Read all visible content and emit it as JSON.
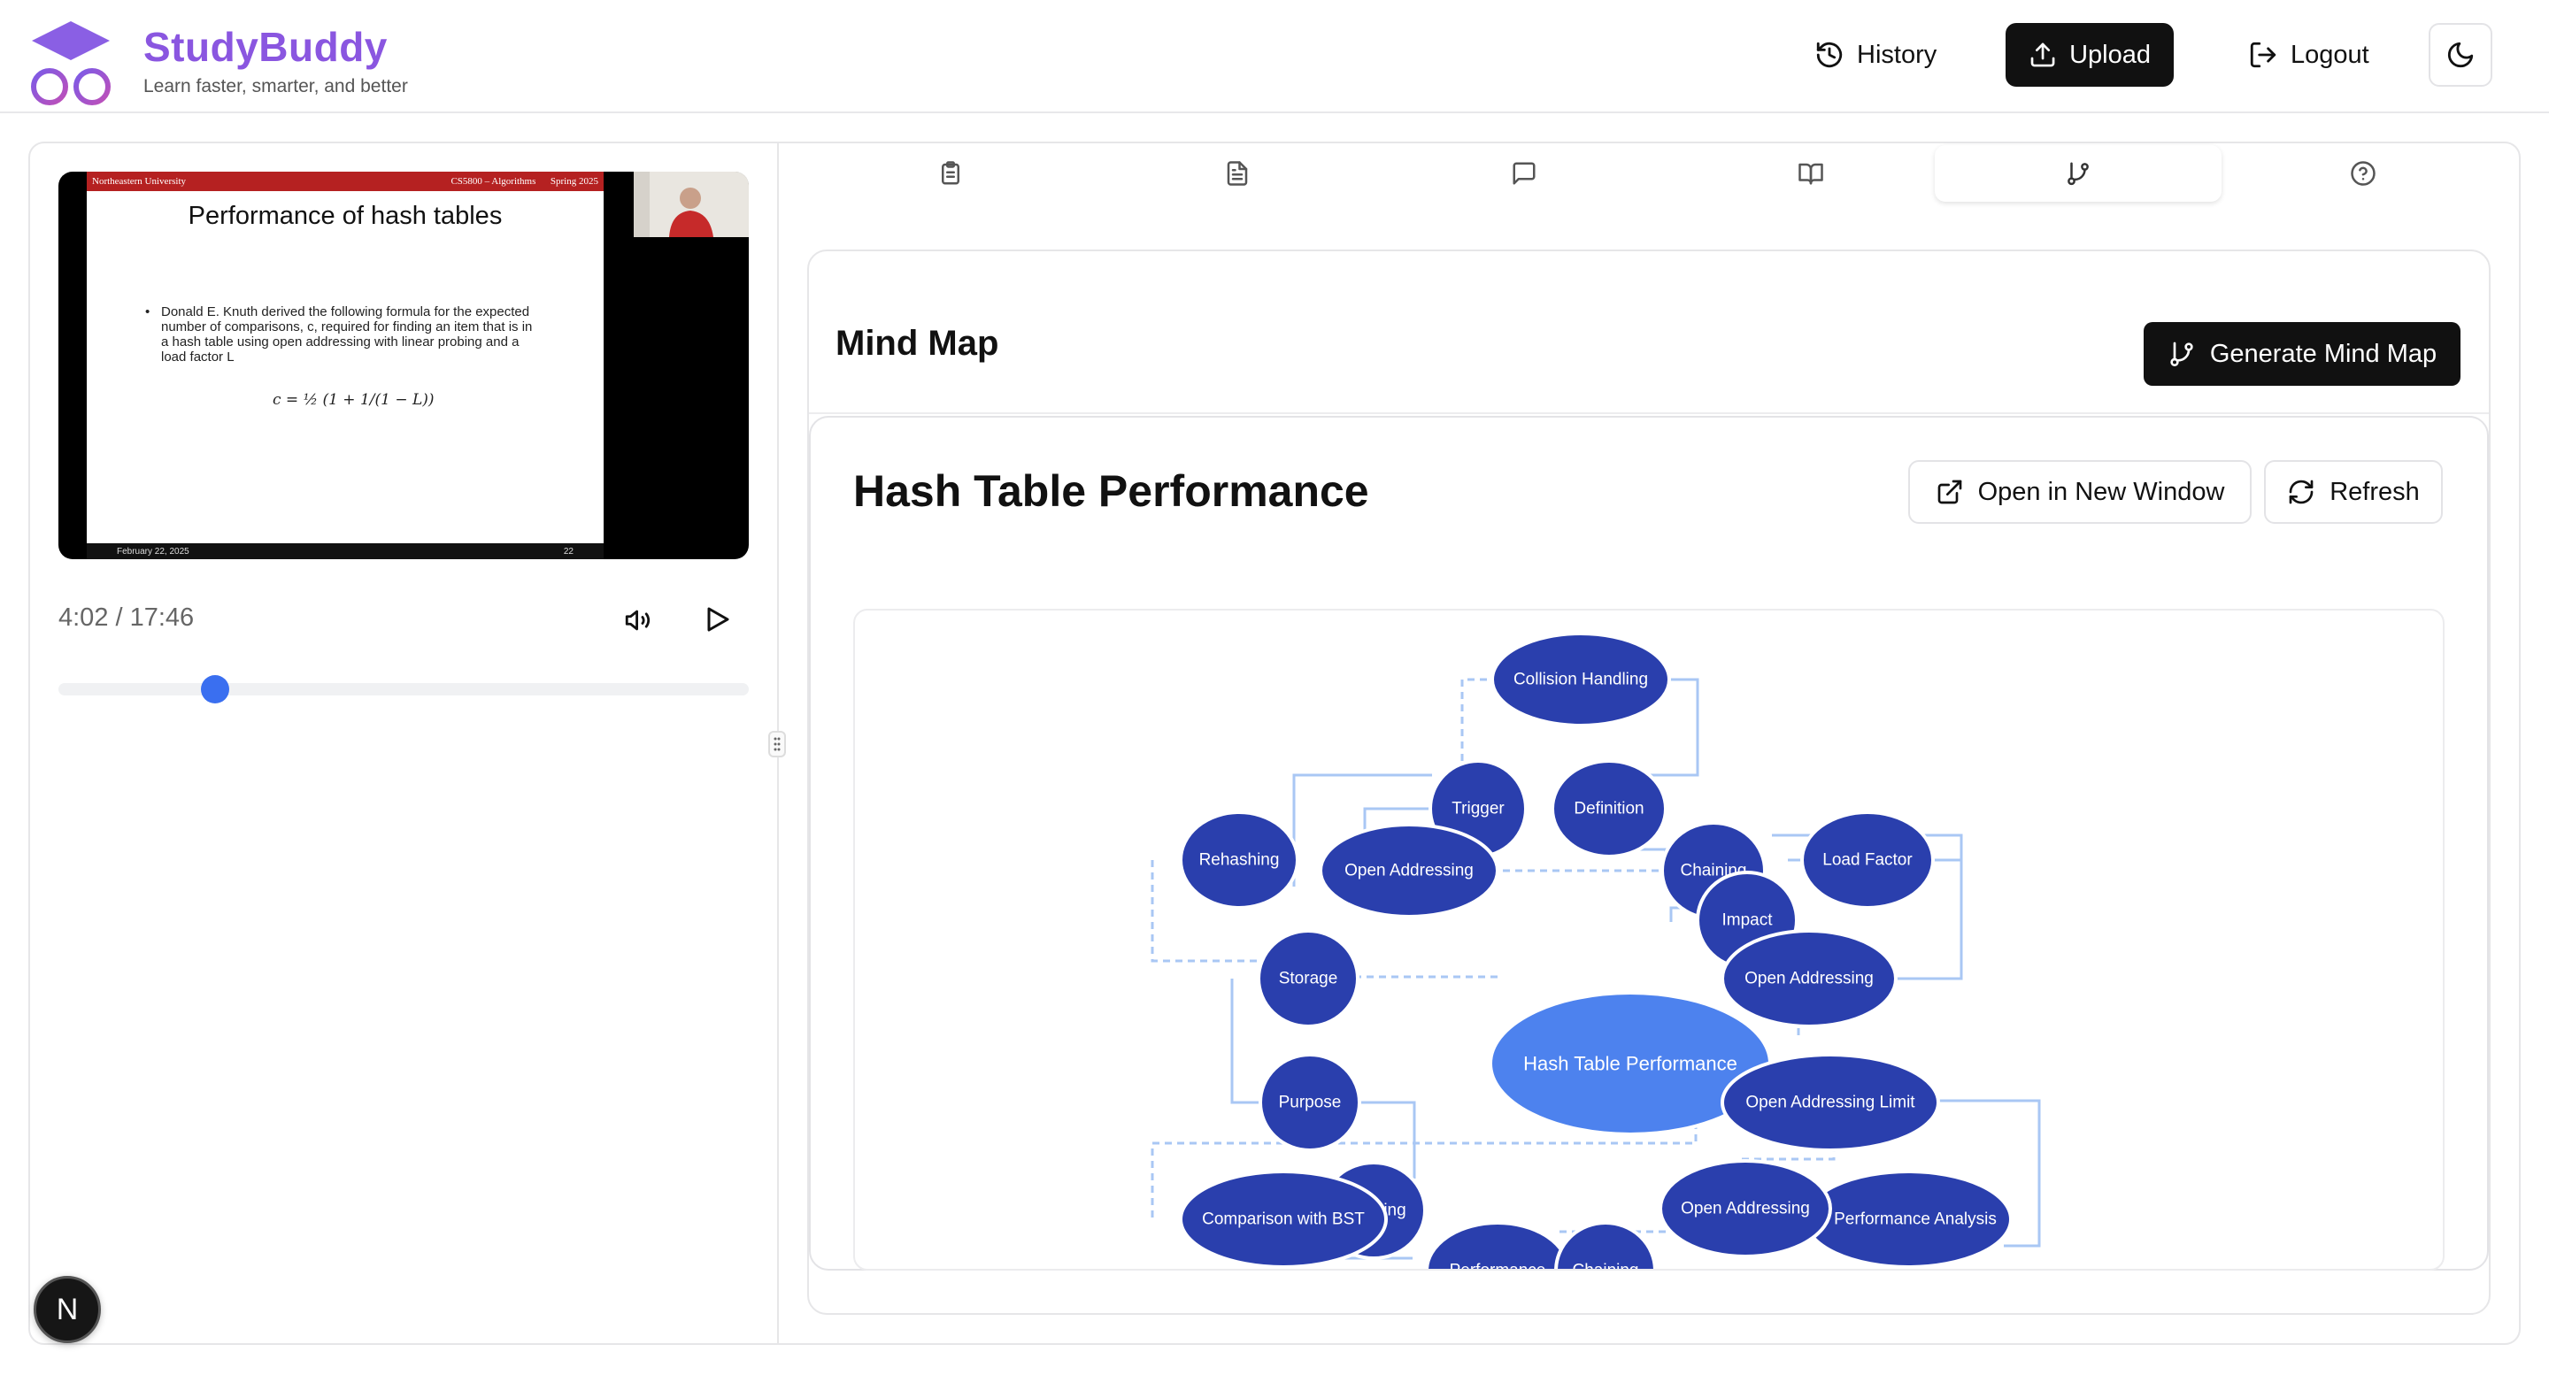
{
  "brand": {
    "name": "StudyBuddy",
    "tagline": "Learn faster, smarter, and better"
  },
  "nav": {
    "history": "History",
    "upload": "Upload",
    "logout": "Logout"
  },
  "video": {
    "slide": {
      "header_left": "Northeastern University",
      "header_mid": "CS5800 – Algorithms",
      "header_right": "Spring 2025",
      "title": "Performance of hash tables",
      "bullet": "Donald E. Knuth derived the following formula for the expected number of comparisons, c, required for finding an item that is in a hash table using open addressing with linear probing and a load factor L",
      "formula": "c = ½ (1 + 1/(1 − L))",
      "footer_left": "February 22, 2025",
      "footer_right": "22"
    },
    "time": "4:02 / 17:46",
    "progress_fraction": 0.227
  },
  "badge": "N",
  "tabs": [
    {
      "icon": "clipboard-icon"
    },
    {
      "icon": "document-icon"
    },
    {
      "icon": "chat-icon"
    },
    {
      "icon": "book-open-icon"
    },
    {
      "icon": "git-branch-icon",
      "active": true
    },
    {
      "icon": "help-circle-icon"
    }
  ],
  "mindmap": {
    "section_title": "Mind Map",
    "generate_label": "Generate Mind Map",
    "title": "Hash Table Performance",
    "open_label": "Open in New Window",
    "refresh_label": "Refresh",
    "colors": {
      "node": "#2a3fad",
      "root": "#4d82ee",
      "edge": "#a9c7f4"
    },
    "nodes": {
      "collision": "Collision Handling",
      "trigger": "Trigger",
      "definition": "Definition",
      "rehashing": "Rehashing",
      "open_addr_1": "Open Addressing",
      "chaining_1": "Chaining",
      "load_factor": "Load Factor",
      "impact": "Impact",
      "storage": "Storage",
      "open_addr_2": "Open Addressing",
      "root": "Hash Table Performance",
      "purpose": "Purpose",
      "limit": "Open Addressing Limit",
      "hidden_ing": "ing",
      "comparison": "Comparison with BST",
      "open_addr_3": "Open Addressing",
      "perf_analysis": "Performance Analysis",
      "performance": "Performance",
      "chaining_2": "Chaining"
    }
  }
}
